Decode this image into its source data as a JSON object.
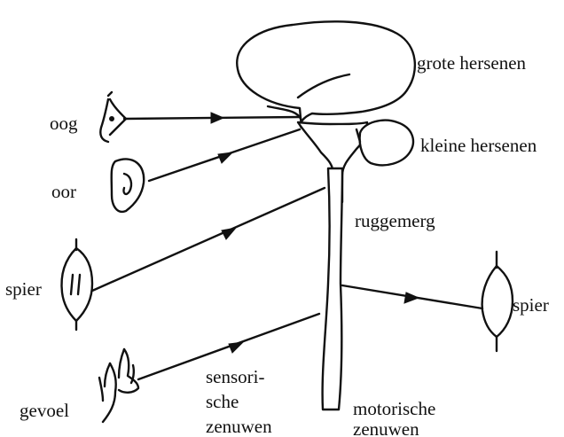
{
  "labels": {
    "cerebrum": "grote hersenen",
    "cerebellum": "kleine hersenen",
    "spinal_cord": "ruggemerg",
    "eye": "oog",
    "ear": "oor",
    "muscle_left": "spier",
    "touch": "gevoel",
    "muscle_right": "spier",
    "sensory_line1": "sensori-",
    "sensory_line2": "sche",
    "sensory_line3": "zenuwen",
    "motor_line1": "motorische",
    "motor_line2": "zenuwen"
  }
}
